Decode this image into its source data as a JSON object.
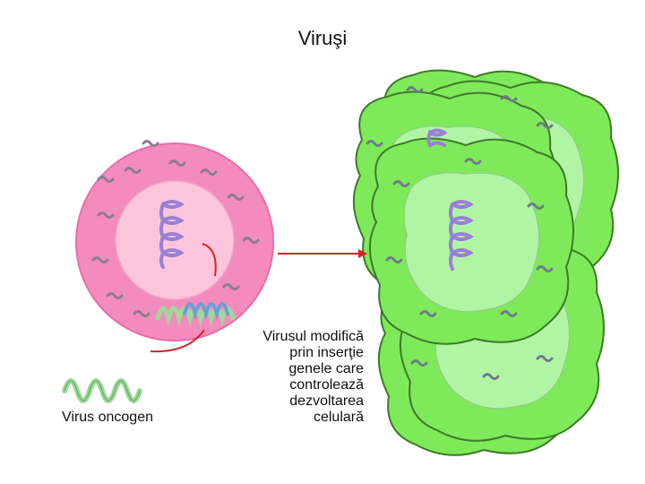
{
  "title": "Viruşi",
  "oncogen_label": "Virus oncogen",
  "caption_lines": [
    "Virusul modifică",
    "prin inserţie",
    "genele care",
    "controlează",
    "dezvoltarea",
    "celulară"
  ],
  "colors": {
    "cell_membrane": "#f48bbd",
    "cell_nucleus": "#fbc6dc",
    "tumor_cell": "#7eea5a",
    "tumor_nucleus": "#b0f5a4",
    "arrow": "#d8232a",
    "dna": "#9a7fd6",
    "virus_dna": "#9ed99a"
  }
}
